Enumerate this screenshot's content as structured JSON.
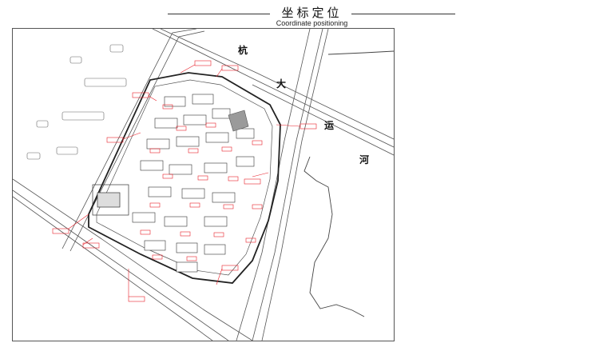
{
  "header": {
    "title_cn": "坐标定位",
    "title_en": "Coordinate positioning"
  },
  "canal": {
    "chars": [
      "杭",
      "大",
      "运",
      "河"
    ]
  },
  "colors": {
    "linework": "#444444",
    "coordinate_text": "#e8202a",
    "plaza": "#9a9a9a"
  }
}
